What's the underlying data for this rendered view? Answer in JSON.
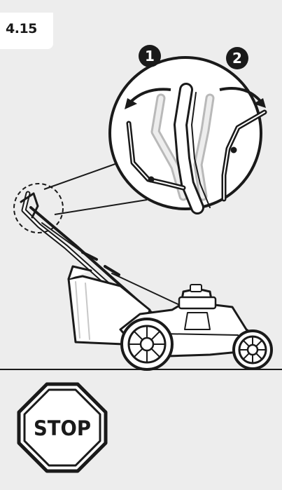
{
  "step": {
    "number": "4.15"
  },
  "callouts": [
    {
      "label": "1",
      "meaning": "rotate-handle-left"
    },
    {
      "label": "2",
      "meaning": "rotate-handle-right"
    }
  ],
  "stop_sign": {
    "text": "STOP"
  },
  "colors": {
    "panel_bg": "#ededed",
    "ink": "#1a1a1a",
    "ghost_gray": "#b9b9b9",
    "white": "#ffffff"
  }
}
